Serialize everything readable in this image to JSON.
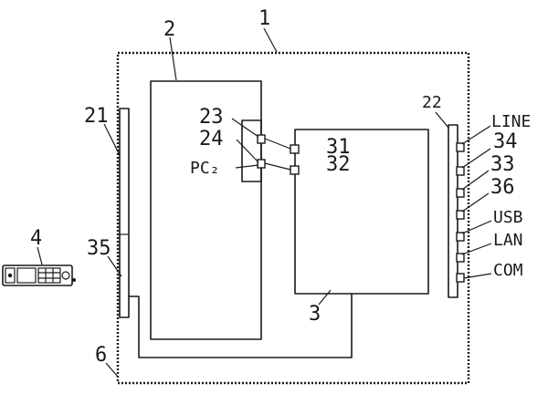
{
  "labels": {
    "enclosure": "1",
    "main_board": "2",
    "board": "3",
    "remote": "4",
    "frame": "6",
    "left_panel": "21",
    "right_panel": "22",
    "connector_a": "23",
    "connector_b": "24",
    "pc_port": "PC₂",
    "port_31": "31",
    "port_32": "32",
    "left_lower": "35",
    "port_line": "LINE",
    "port_34": "34",
    "port_33": "33",
    "port_36": "36",
    "port_usb": "USB",
    "port_lan": "LAN",
    "port_com": "COM"
  }
}
